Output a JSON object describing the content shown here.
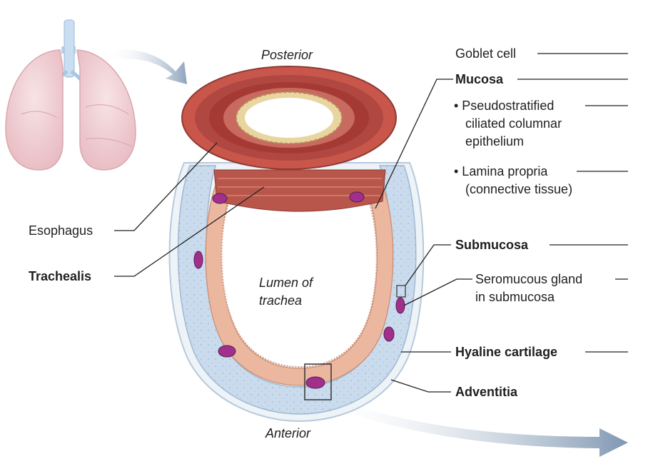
{
  "labels": {
    "posterior": "Posterior",
    "anterior": "Anterior",
    "lumen_line1": "Lumen of",
    "lumen_line2": "trachea",
    "esophagus": "Esophagus",
    "trachealis": "Trachealis",
    "goblet_cell": "Goblet cell",
    "mucosa": "Mucosa",
    "pseudostratified_line1": "• Pseudostratified",
    "pseudostratified_line2": "ciliated columnar",
    "pseudostratified_line3": "epithelium",
    "lamina_line1": "• Lamina propria",
    "lamina_line2": "(connective tissue)",
    "submucosa": "Submucosa",
    "seromucous_line1": "Seromucous gland",
    "seromucous_line2": "in submucosa",
    "hyaline_cartilage": "Hyaline cartilage",
    "adventitia": "Adventitia"
  },
  "colors": {
    "cartilage": "#c9dbec",
    "cartilage_edge": "#9fb8d0",
    "mucosa": "#e9b49a",
    "submucosa": "#f0c9b4",
    "muscle": "#a8413a",
    "esophagus_outer": "#c8564b",
    "gland": "#a0308c",
    "lung": "#f2d3d7",
    "arrow": "#8ea4bc"
  }
}
